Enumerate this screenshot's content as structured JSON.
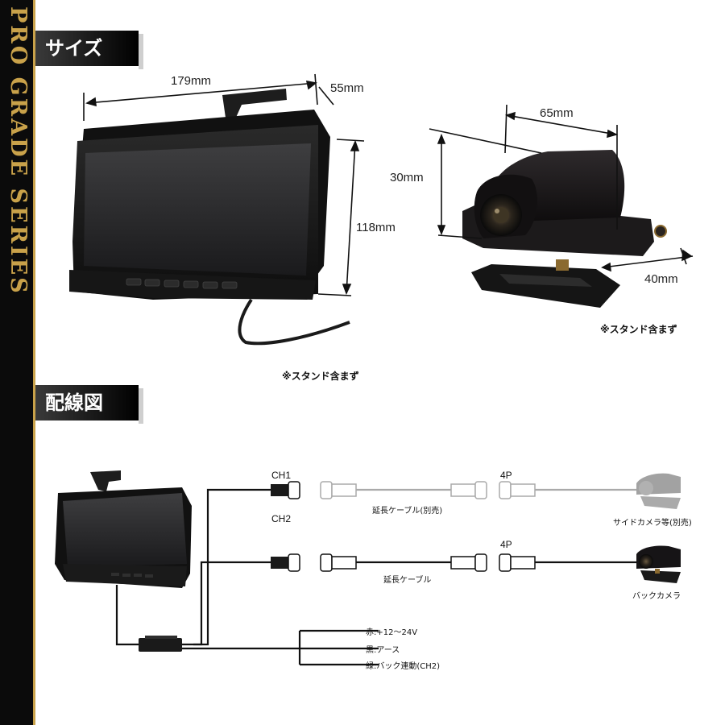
{
  "brand": {
    "vertical_text": "PRO GRADE SERIES",
    "accent_color": "#c9a24a"
  },
  "size_section": {
    "title": "サイズ",
    "monitor": {
      "width": "179mm",
      "depth": "55mm",
      "height": "118mm",
      "note": "※スタンド含まず"
    },
    "camera": {
      "width": "65mm",
      "height": "30mm",
      "depth": "40mm",
      "note": "※スタンド含まず"
    }
  },
  "wiring_section": {
    "title": "配線図",
    "ch1": "CH1",
    "ch2": "CH2",
    "connector_top": "4P",
    "connector_bottom": "4P",
    "cable_optional": "延長ケーブル(別売)",
    "cable": "延長ケーブル",
    "side_camera": "サイドカメラ等(別売)",
    "back_camera": "バックカメラ",
    "wires": [
      {
        "label": "赤:+12～24V"
      },
      {
        "label": "黒:アース"
      },
      {
        "label": "緑:バック連動(CH2)"
      }
    ]
  }
}
